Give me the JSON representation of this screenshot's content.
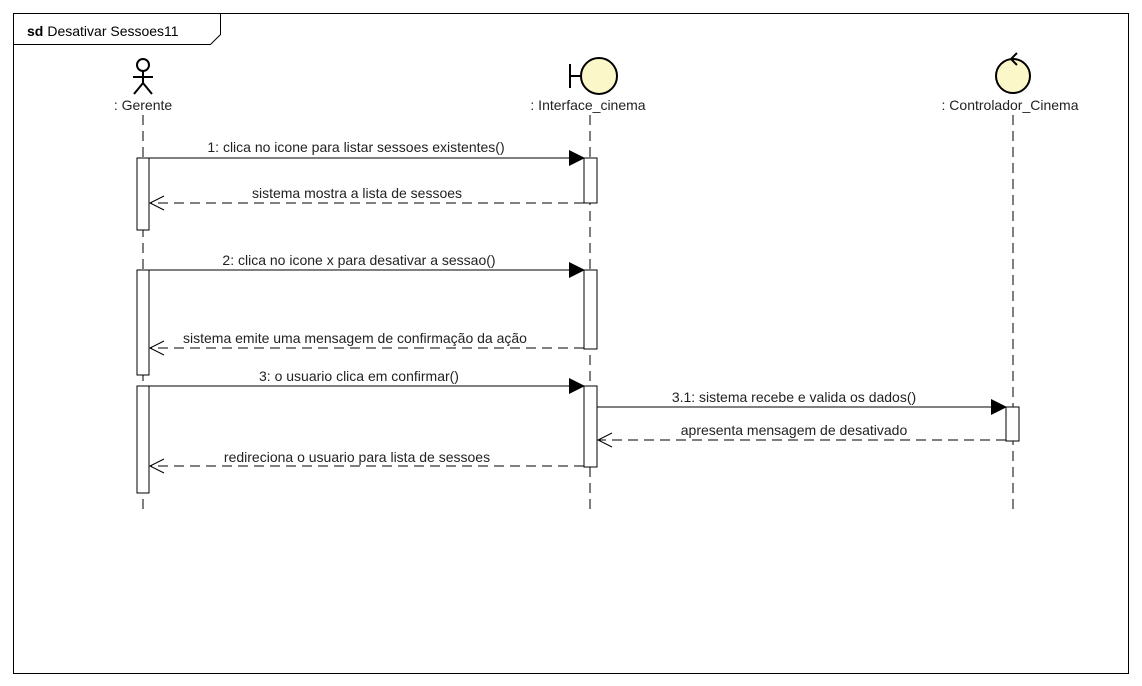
{
  "frame": {
    "keyword": "sd",
    "name": "Desativar Sessoes11"
  },
  "lifelines": [
    {
      "id": "gerente",
      "label": ": Gerente",
      "kind": "actor"
    },
    {
      "id": "interface",
      "label": ": Interface_cinema",
      "kind": "boundary"
    },
    {
      "id": "controlador",
      "label": ": Controlador_Cinema",
      "kind": "control"
    }
  ],
  "messages": [
    {
      "from": "gerente",
      "to": "interface",
      "type": "sync",
      "label": "1: clica no icone para listar sessoes existentes()"
    },
    {
      "from": "interface",
      "to": "gerente",
      "type": "reply",
      "label": "sistema mostra a lista de sessoes"
    },
    {
      "from": "gerente",
      "to": "interface",
      "type": "sync",
      "label": "2: clica no icone x para desativar a sessao()"
    },
    {
      "from": "interface",
      "to": "gerente",
      "type": "reply",
      "label": "sistema emite uma mensagem de confirmação da ação"
    },
    {
      "from": "gerente",
      "to": "interface",
      "type": "sync",
      "label": "3: o usuario clica em confirmar()"
    },
    {
      "from": "interface",
      "to": "controlador",
      "type": "sync",
      "label": "3.1: sistema recebe e valida os dados()"
    },
    {
      "from": "controlador",
      "to": "interface",
      "type": "reply",
      "label": "apresenta mensagem de desativado"
    },
    {
      "from": "interface",
      "to": "gerente",
      "type": "reply",
      "label": "redireciona o usuario para lista de sessoes"
    }
  ],
  "colors": {
    "line": "#000000",
    "icon_fill": "#fcf7c8",
    "text": "#222222"
  }
}
